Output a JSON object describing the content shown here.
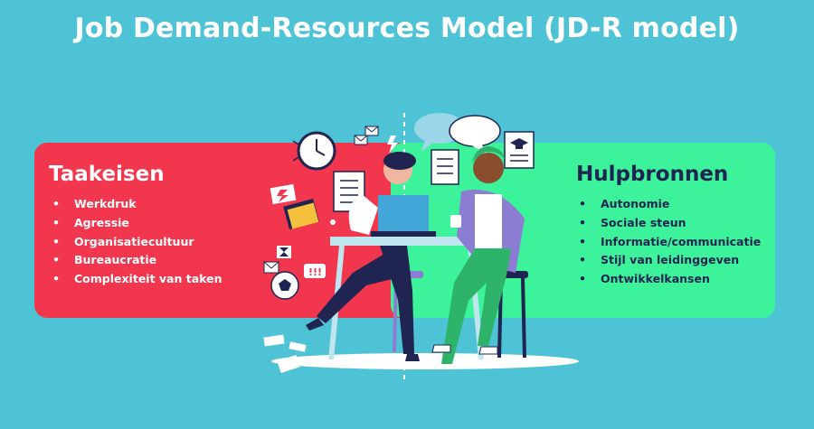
{
  "title": "Job Demand-Resources Model (JD-R model)",
  "left": {
    "heading": "Taakeisen",
    "items": [
      "Werkdruk",
      "Agressie",
      "Organisatiecultuur",
      "Bureaucratie",
      "Complexiteit van taken"
    ]
  },
  "right": {
    "heading": "Hulpbronnen",
    "items": [
      "Autonomie",
      "Sociale steun",
      "Informatie/communicatie",
      "Stijl van leidinggeven",
      "Ontwikkelkansen"
    ]
  },
  "colors": {
    "background": "#4fc3d6",
    "demands_panel": "#f1364d",
    "resources_panel": "#3cf29a",
    "text_dark": "#1f2450"
  },
  "bullet": "•"
}
